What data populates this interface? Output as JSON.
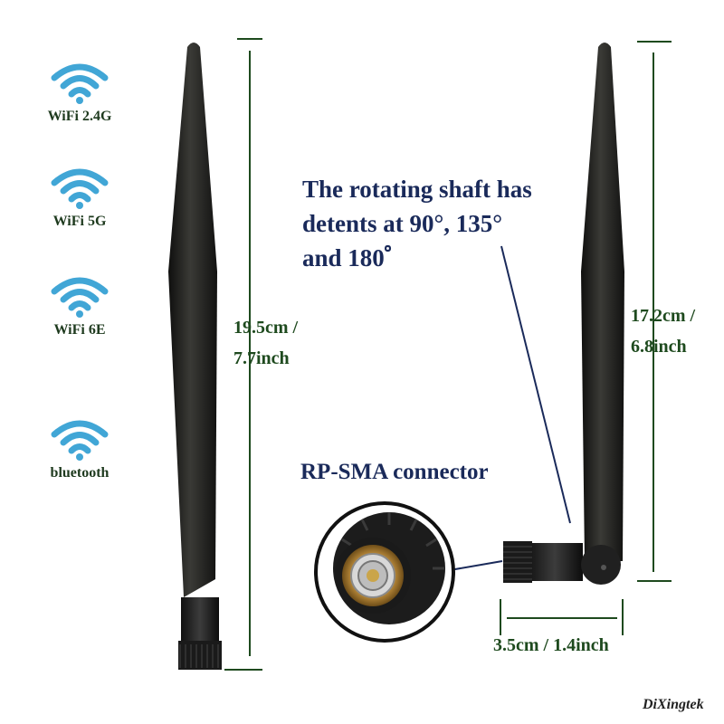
{
  "features": [
    {
      "label": "WiFi 2.4G",
      "icon": "wifi-icon"
    },
    {
      "label": "WiFi 5G",
      "icon": "wifi-icon"
    },
    {
      "label": "WiFi 6E",
      "icon": "wifi-icon"
    },
    {
      "label": "bluetooth",
      "icon": "wifi-icon"
    }
  ],
  "dimensions": {
    "left_line1": "19.5cm /",
    "left_line2": "7.7inch",
    "right_line1": "17.2cm /",
    "right_line2": "6.8inch",
    "base": "3.5cm / 1.4inch"
  },
  "note": {
    "line1": "The rotating shaft has",
    "line2": "detents at 90°,  135°",
    "line3": "and 180゜"
  },
  "connector_title": "RP-SMA connector",
  "brand": "DiXingtek",
  "colors": {
    "wifi_icon": "#41a6d6",
    "dimension_line": "#1e4a1e",
    "note_text": "#1a2a5a",
    "antenna": "#1c1c1a"
  }
}
